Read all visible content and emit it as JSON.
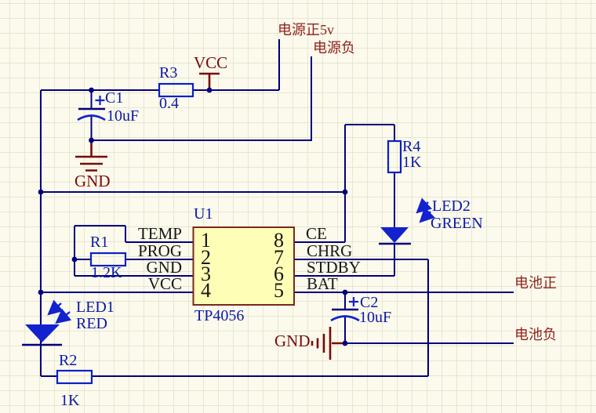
{
  "net_labels": {
    "supply_pos": "电源正5v",
    "supply_neg": "电源负",
    "battery_pos": "电池正",
    "battery_neg": "电池负"
  },
  "power_ports": {
    "vcc": "VCC",
    "gnd_top": "GND",
    "gnd_bottom": "GND"
  },
  "components": {
    "u1": {
      "ref": "U1",
      "part": "TP4056",
      "left_pins": [
        {
          "num": "1",
          "name": "TEMP"
        },
        {
          "num": "2",
          "name": "PROG"
        },
        {
          "num": "3",
          "name": "GND"
        },
        {
          "num": "4",
          "name": "VCC"
        }
      ],
      "right_pins": [
        {
          "num": "8",
          "name": "CE"
        },
        {
          "num": "7",
          "name": "CHRG"
        },
        {
          "num": "6",
          "name": "STDBY"
        },
        {
          "num": "5",
          "name": "BAT"
        }
      ]
    },
    "r1": {
      "ref": "R1",
      "value": "1.2K"
    },
    "r2": {
      "ref": "R2",
      "value": "1K"
    },
    "r3": {
      "ref": "R3",
      "value": "0.4"
    },
    "r4": {
      "ref": "R4",
      "value": "1K"
    },
    "c1": {
      "ref": "C1",
      "value": "10uF"
    },
    "c2": {
      "ref": "C2",
      "value": "10uF"
    },
    "led1": {
      "ref": "LED1",
      "value": "RED"
    },
    "led2": {
      "ref": "LED2",
      "value": "GREEN"
    }
  },
  "colors": {
    "wire": "#00007e",
    "graphic_blue": "#1322ce",
    "resistor_outline": "#0a1fc9",
    "text_blue": "#0a18a8",
    "power_maroon": "#7a0a0a",
    "net_label_red": "#8e231c",
    "ic_fill": "#fefeb6",
    "ic_border": "#78281e",
    "background": "#fbfaec",
    "grid": "#e8e5d3"
  }
}
